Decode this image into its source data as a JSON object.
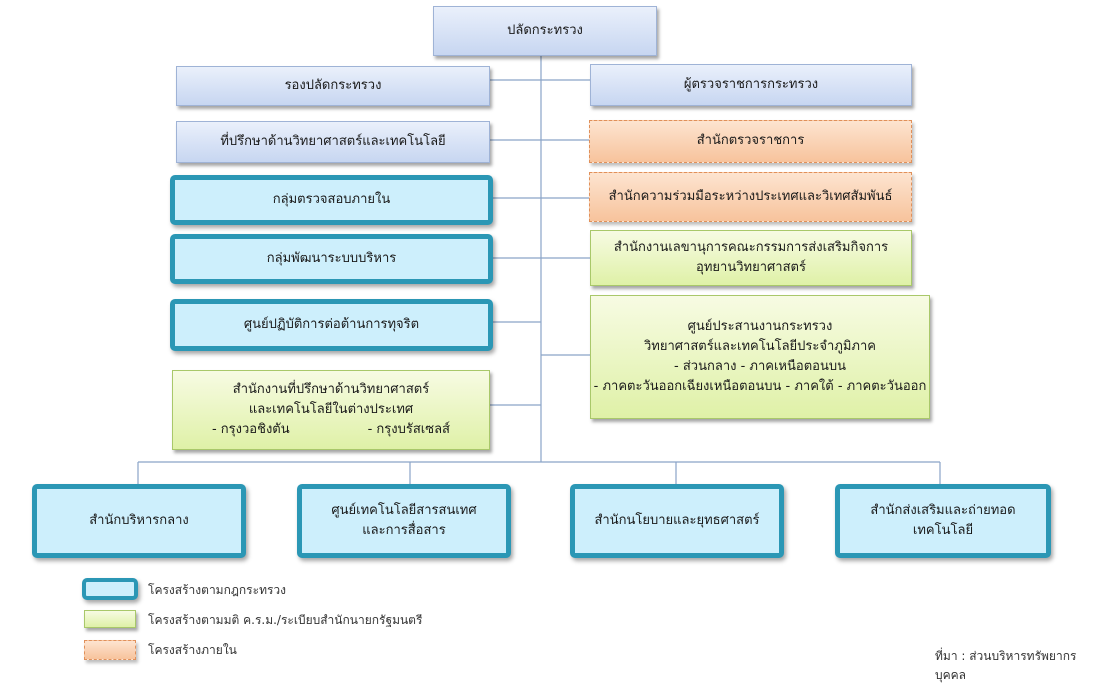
{
  "chart": {
    "top": "ปลัดกระทรวง",
    "deputy": "รองปลัดกระทรวง",
    "inspector": "ผู้ตรวจราชการกระทรวง",
    "advisor": "ที่ปรึกษาด้านวิทยาศาสตร์และเทคโนโลยี",
    "inspection_office": "สำนักตรวจราชการ",
    "intl_office": "สำนักความร่วมมือระหว่างประเทศและวิเทศสัมพันธ์",
    "audit_group": "กลุ่มตรวจสอบภายใน",
    "admin_dev_group": "กลุ่มพัฒนาระบบบริหาร",
    "anti_corruption": "ศูนย์ปฏิบัติการต่อต้านการทุจริต",
    "science_park": {
      "line1": "สำนักงานเลขานุการคณะกรรมการส่งเสริมกิจการ",
      "line2": "อุทยานวิทยาศาสตร์"
    },
    "regional_center": {
      "line1": "ศูนย์ประสานงานกระทรวง",
      "line2": "วิทยาศาสตร์และเทคโนโลยีประจำภูมิภาค",
      "line3": "- ส่วนกลาง - ภาคเหนือตอนบน",
      "line4": "- ภาคตะวันออกเฉียงเหนือตอนบน - ภาคใต้ - ภาคตะวันออก"
    },
    "overseas": {
      "line1": "สำนักงานที่ปรึกษาด้านวิทยาศาสตร์",
      "line2": "และเทคโนโลยีในต่างประเทศ",
      "left": "- กรุงวอชิงตัน",
      "right": "- กรุงบรัสเซลส์"
    },
    "central_admin": "สำนักบริหารกลาง",
    "ict_center": {
      "line1": "ศูนย์เทคโนโลยีสารสนเทศ",
      "line2": "และการสื่อสาร"
    },
    "policy_office": "สำนักนโยบายและยุทธศาสตร์",
    "tech_transfer": {
      "line1": "สำนักส่งเสริมและถ่ายทอด",
      "line2": "เทคโนโลยี"
    }
  },
  "legend": {
    "law": "โครงสร้างตามกฎกระทรวง",
    "cabinet": "โครงสร้างตามมติ ค.ร.ม./ระเบียบสำนักนายกรัฐมนตรี",
    "internal": "โครงสร้างภายใน"
  },
  "source": "ที่มา : ส่วนบริหารทรัพยากรบุคคล",
  "colors": {
    "line": "#8aa4c8",
    "law_border": "#2b97b5",
    "law_fill": "#cdeffc",
    "cabinet_fill": "#dff1a7",
    "internal_fill": "#f7c39c",
    "executive_fill": "#c7d6f1"
  }
}
